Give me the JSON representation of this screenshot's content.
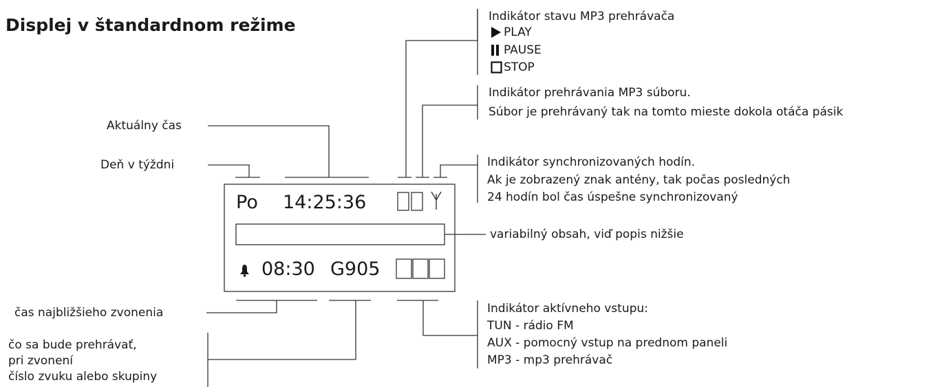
{
  "title": "Displej v štandardnom režime",
  "labels": {
    "current_time": "Aktuálny čas",
    "day_of_week": "Deň v týždni",
    "next_alarm": "čas najbližšieho zvonenia",
    "alarm_play": [
      "čo sa bude prehrávať,",
      "pri zvonení",
      "číslo zvuku alebo skupiny"
    ],
    "mp3_state_title": "Indikátor stavu MP3 prehrávača",
    "mp3_states": [
      "PLAY",
      "PAUSE",
      "STOP"
    ],
    "mp3_playing": [
      "Indikátor prehrávania MP3 súboru.",
      "Súbor je prehrávaný tak na tomto mieste dokola otáča pásik"
    ],
    "sync": [
      "Indikátor synchronizovaných hodín.",
      "Ak je zobrazený znak antény, tak počas posledných",
      "24 hodín bol čas úspešne synchronizovaný"
    ],
    "variable": "variabilný obsah, viď popis nižšie",
    "input": [
      "Indikátor aktívneho vstupu:",
      "TUN - rádio FM",
      "AUX - pomocný vstup na prednom paneli",
      "MP3 - mp3 prehrávač"
    ]
  },
  "display": {
    "day": "Po",
    "time": "14:25:36",
    "alarm_time": "08:30",
    "alarm_source": "G905"
  },
  "icons": [
    "play-icon",
    "pause-icon",
    "stop-icon",
    "antenna-icon",
    "bell-icon"
  ]
}
